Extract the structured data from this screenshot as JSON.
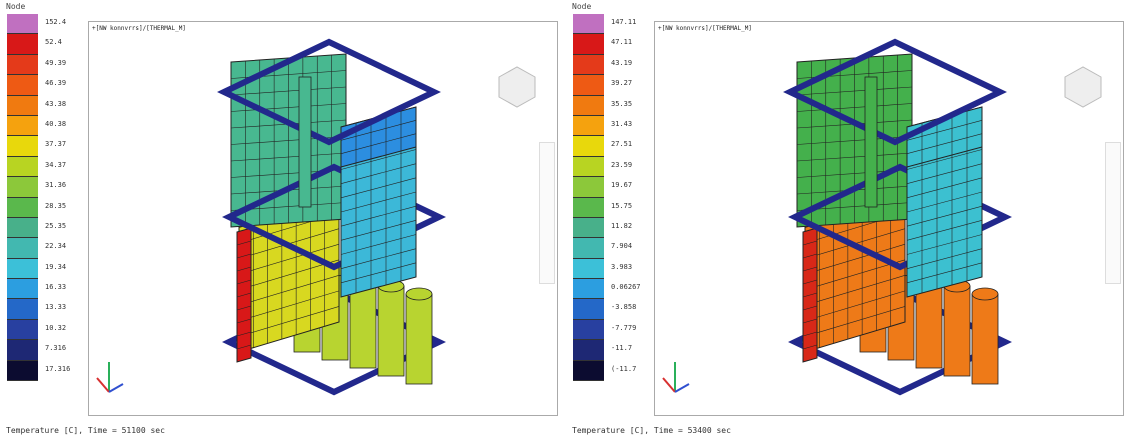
{
  "panels": [
    {
      "node_label": "Node",
      "viewport_title": "+[NW konnvrrs]/[THERMAL_M]",
      "status": "Temperature [C], Time = 51100 sec",
      "legend": [
        {
          "label": "152.4",
          "color": "#c070c0"
        },
        {
          "label": "52.4",
          "color": "#d81818"
        },
        {
          "label": "49.39",
          "color": "#e43a1a"
        },
        {
          "label": "46.39",
          "color": "#ee5a14"
        },
        {
          "label": "43.38",
          "color": "#f07a10"
        },
        {
          "label": "40.38",
          "color": "#f5a20e"
        },
        {
          "label": "37.37",
          "color": "#e8d80c"
        },
        {
          "label": "34.37",
          "color": "#b8d422"
        },
        {
          "label": "31.36",
          "color": "#8cc83a"
        },
        {
          "label": "28.35",
          "color": "#5ab84c"
        },
        {
          "label": "25.35",
          "color": "#48b08a"
        },
        {
          "label": "22.34",
          "color": "#42b8b0"
        },
        {
          "label": "19.34",
          "color": "#3cc0d8"
        },
        {
          "label": "16.33",
          "color": "#2c9ee0"
        },
        {
          "label": "13.33",
          "color": "#2468c8"
        },
        {
          "label": "10.32",
          "color": "#2840a0"
        },
        {
          "label": "7.316",
          "color": "#1e2874"
        },
        {
          "label": "17.316",
          "color": "#0c0c30"
        }
      ],
      "model": {
        "left_column": "#d81818",
        "lower_block": "#d8d820",
        "cylinders": "#b8d430",
        "upper_panel": "#48b890",
        "right_panel": "#3cb8d8",
        "right_panel_top": "#2c8ee0",
        "frame": "#22288c"
      }
    },
    {
      "node_label": "Node",
      "viewport_title": "+[NW konnvrrs]/[THERMAL_M]",
      "status": "Temperature [C], Time = 53400 sec",
      "legend": [
        {
          "label": "147.11",
          "color": "#c070c0"
        },
        {
          "label": "47.11",
          "color": "#d81818"
        },
        {
          "label": "43.19",
          "color": "#e43a1a"
        },
        {
          "label": "39.27",
          "color": "#ee5a14"
        },
        {
          "label": "35.35",
          "color": "#f07a10"
        },
        {
          "label": "31.43",
          "color": "#f5a20e"
        },
        {
          "label": "27.51",
          "color": "#e8d80c"
        },
        {
          "label": "23.59",
          "color": "#b8d422"
        },
        {
          "label": "19.67",
          "color": "#8cc83a"
        },
        {
          "label": "15.75",
          "color": "#5ab84c"
        },
        {
          "label": "11.82",
          "color": "#48b08a"
        },
        {
          "label": "7.904",
          "color": "#42b8b0"
        },
        {
          "label": "3.983",
          "color": "#3cc0d8"
        },
        {
          "label": "0.06267",
          "color": "#2c9ee0"
        },
        {
          "label": "-3.858",
          "color": "#2468c8"
        },
        {
          "label": "-7.779",
          "color": "#2840a0"
        },
        {
          "label": "-11.7",
          "color": "#1e2874"
        },
        {
          "label": "(-11.7",
          "color": "#0c0c30"
        }
      ],
      "model": {
        "left_column": "#d82818",
        "lower_block": "#ee7a18",
        "cylinders": "#ee7a18",
        "upper_panel": "#44b04c",
        "right_panel": "#3cc0d0",
        "right_panel_top": "#3cc0d0",
        "frame": "#22288c"
      }
    }
  ]
}
